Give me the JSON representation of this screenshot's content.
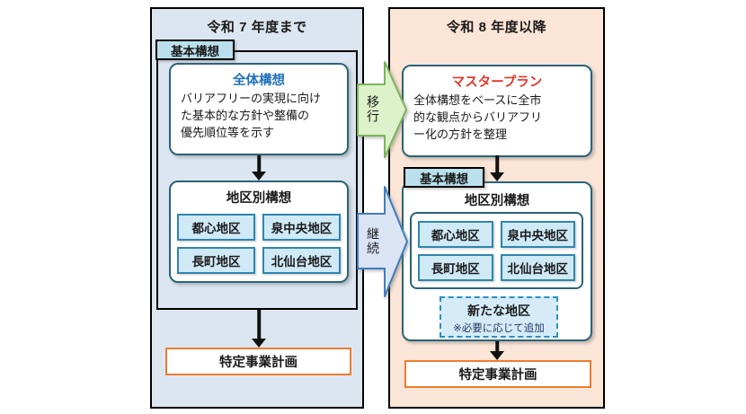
{
  "left_panel": {
    "title": "令和 7 年度まで",
    "tab_label": "基本構想",
    "overall_box": {
      "title": "全体構想",
      "body_lines": [
        "バリアフリーの実現に向け",
        "た基本的な方針や整備の",
        "優先順位等を示す"
      ]
    },
    "district_box": {
      "title": "地区別構想",
      "districts": [
        "都心地区",
        "泉中央地区",
        "長町地区",
        "北仙台地区"
      ]
    },
    "plan_box_label": "特定事業計画"
  },
  "right_panel": {
    "title": "令和 8 年度以降",
    "masterplan_box": {
      "title": "マスタープラン",
      "body_lines": [
        "全体構想をベースに全市",
        "的な観点からバリアフリ",
        "ー化の方針を整理"
      ]
    },
    "tab_label": "基本構想",
    "district_box": {
      "title": "地区別構想",
      "districts": [
        "都心地区",
        "泉中央地区",
        "長町地区",
        "北仙台地区"
      ],
      "new_district": {
        "title": "新たな地区",
        "note": "※必要に応じて追加"
      }
    },
    "plan_box_label": "特定事業計画"
  },
  "arrows": {
    "transition_label": "移行",
    "continuation_label": "継続"
  },
  "colors": {
    "left_panel_bg": "#dce6f1",
    "right_panel_bg": "#fbe5d6",
    "tab_bg": "#b9e0ec",
    "rounded_box_border": "#2a6378",
    "district_bg": "#cfe9f6",
    "district_border": "#2d85ae",
    "overall_title_text": "#2272b8",
    "masterplan_title_text": "#e0372c",
    "plan_box_border": "#ed7d31",
    "new_district_note_text": "#1f3864",
    "transition_arrow_fill": "#ddf1cb",
    "transition_arrow_border": "#7cb45a",
    "continuation_arrow_fill": "#dbe4f5",
    "continuation_arrow_border": "#3f7dbd"
  }
}
